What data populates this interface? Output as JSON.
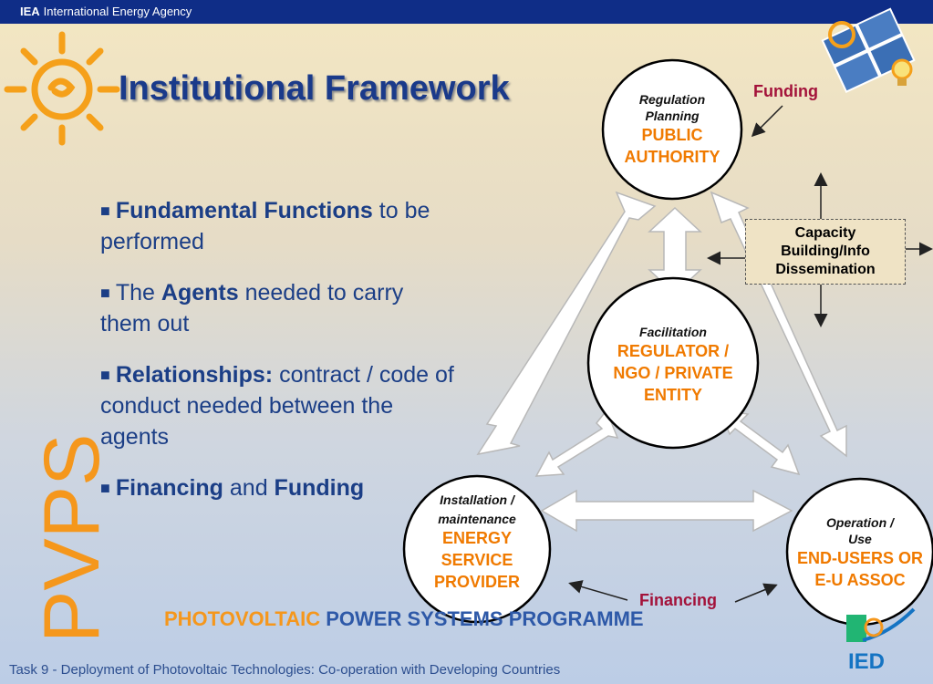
{
  "header": {
    "abbr": "IEA",
    "org_name": "International Energy Agency"
  },
  "slide": {
    "title": "Institutional Framework"
  },
  "bullets": [
    {
      "bold": "Fundamental Functions",
      "rest": " to be  performed"
    },
    {
      "pre": "The ",
      "bold": "Agents",
      "rest": " needed to carry them out"
    },
    {
      "bold": "Relationships:",
      "rest": " contract / code of conduct needed between the agents"
    },
    {
      "bold": "Financing",
      "mid": " and ",
      "bold2": "Funding"
    }
  ],
  "side_logo_text": "PVPS",
  "diagram": {
    "public_authority": {
      "role_line1": "Regulation",
      "role_line2": "Planning",
      "entity_line1": "PUBLIC",
      "entity_line2": "AUTHORITY"
    },
    "regulator": {
      "role": "Facilitation",
      "entity_line1": "REGULATOR /",
      "entity_line2": "NGO /  PRIVATE",
      "entity_line3": "ENTITY"
    },
    "esp": {
      "role_line1": "Installation /",
      "role_line2": "maintenance",
      "entity_line1": "ENERGY",
      "entity_line2": "SERVICE",
      "entity_line3": "PROVIDER"
    },
    "end_users": {
      "role_line1": "Operation /",
      "role_line2": "Use",
      "entity_line1": "END-USERS OR",
      "entity_line2": "E-U ASSOC"
    },
    "funding_label": "Funding",
    "financing_label": "Financing",
    "capacity": {
      "line1": "Capacity",
      "line2": "Building/Info",
      "line3": "Dissemination"
    }
  },
  "programme": {
    "pv": "PHOTOVOLTAIC",
    "rest": " POWER SYSTEMS PROGRAMME"
  },
  "footer": {
    "text": "Task 9 - Deployment of Photovoltaic Technologies: Co-operation with Developing Countries",
    "logo": "IED"
  },
  "colors": {
    "header_bar": "#0f2d87",
    "title": "#1a3a8a",
    "entity_orange": "#f07a00",
    "label_red": "#a3123a",
    "bullet_blue": "#1b3e86"
  }
}
